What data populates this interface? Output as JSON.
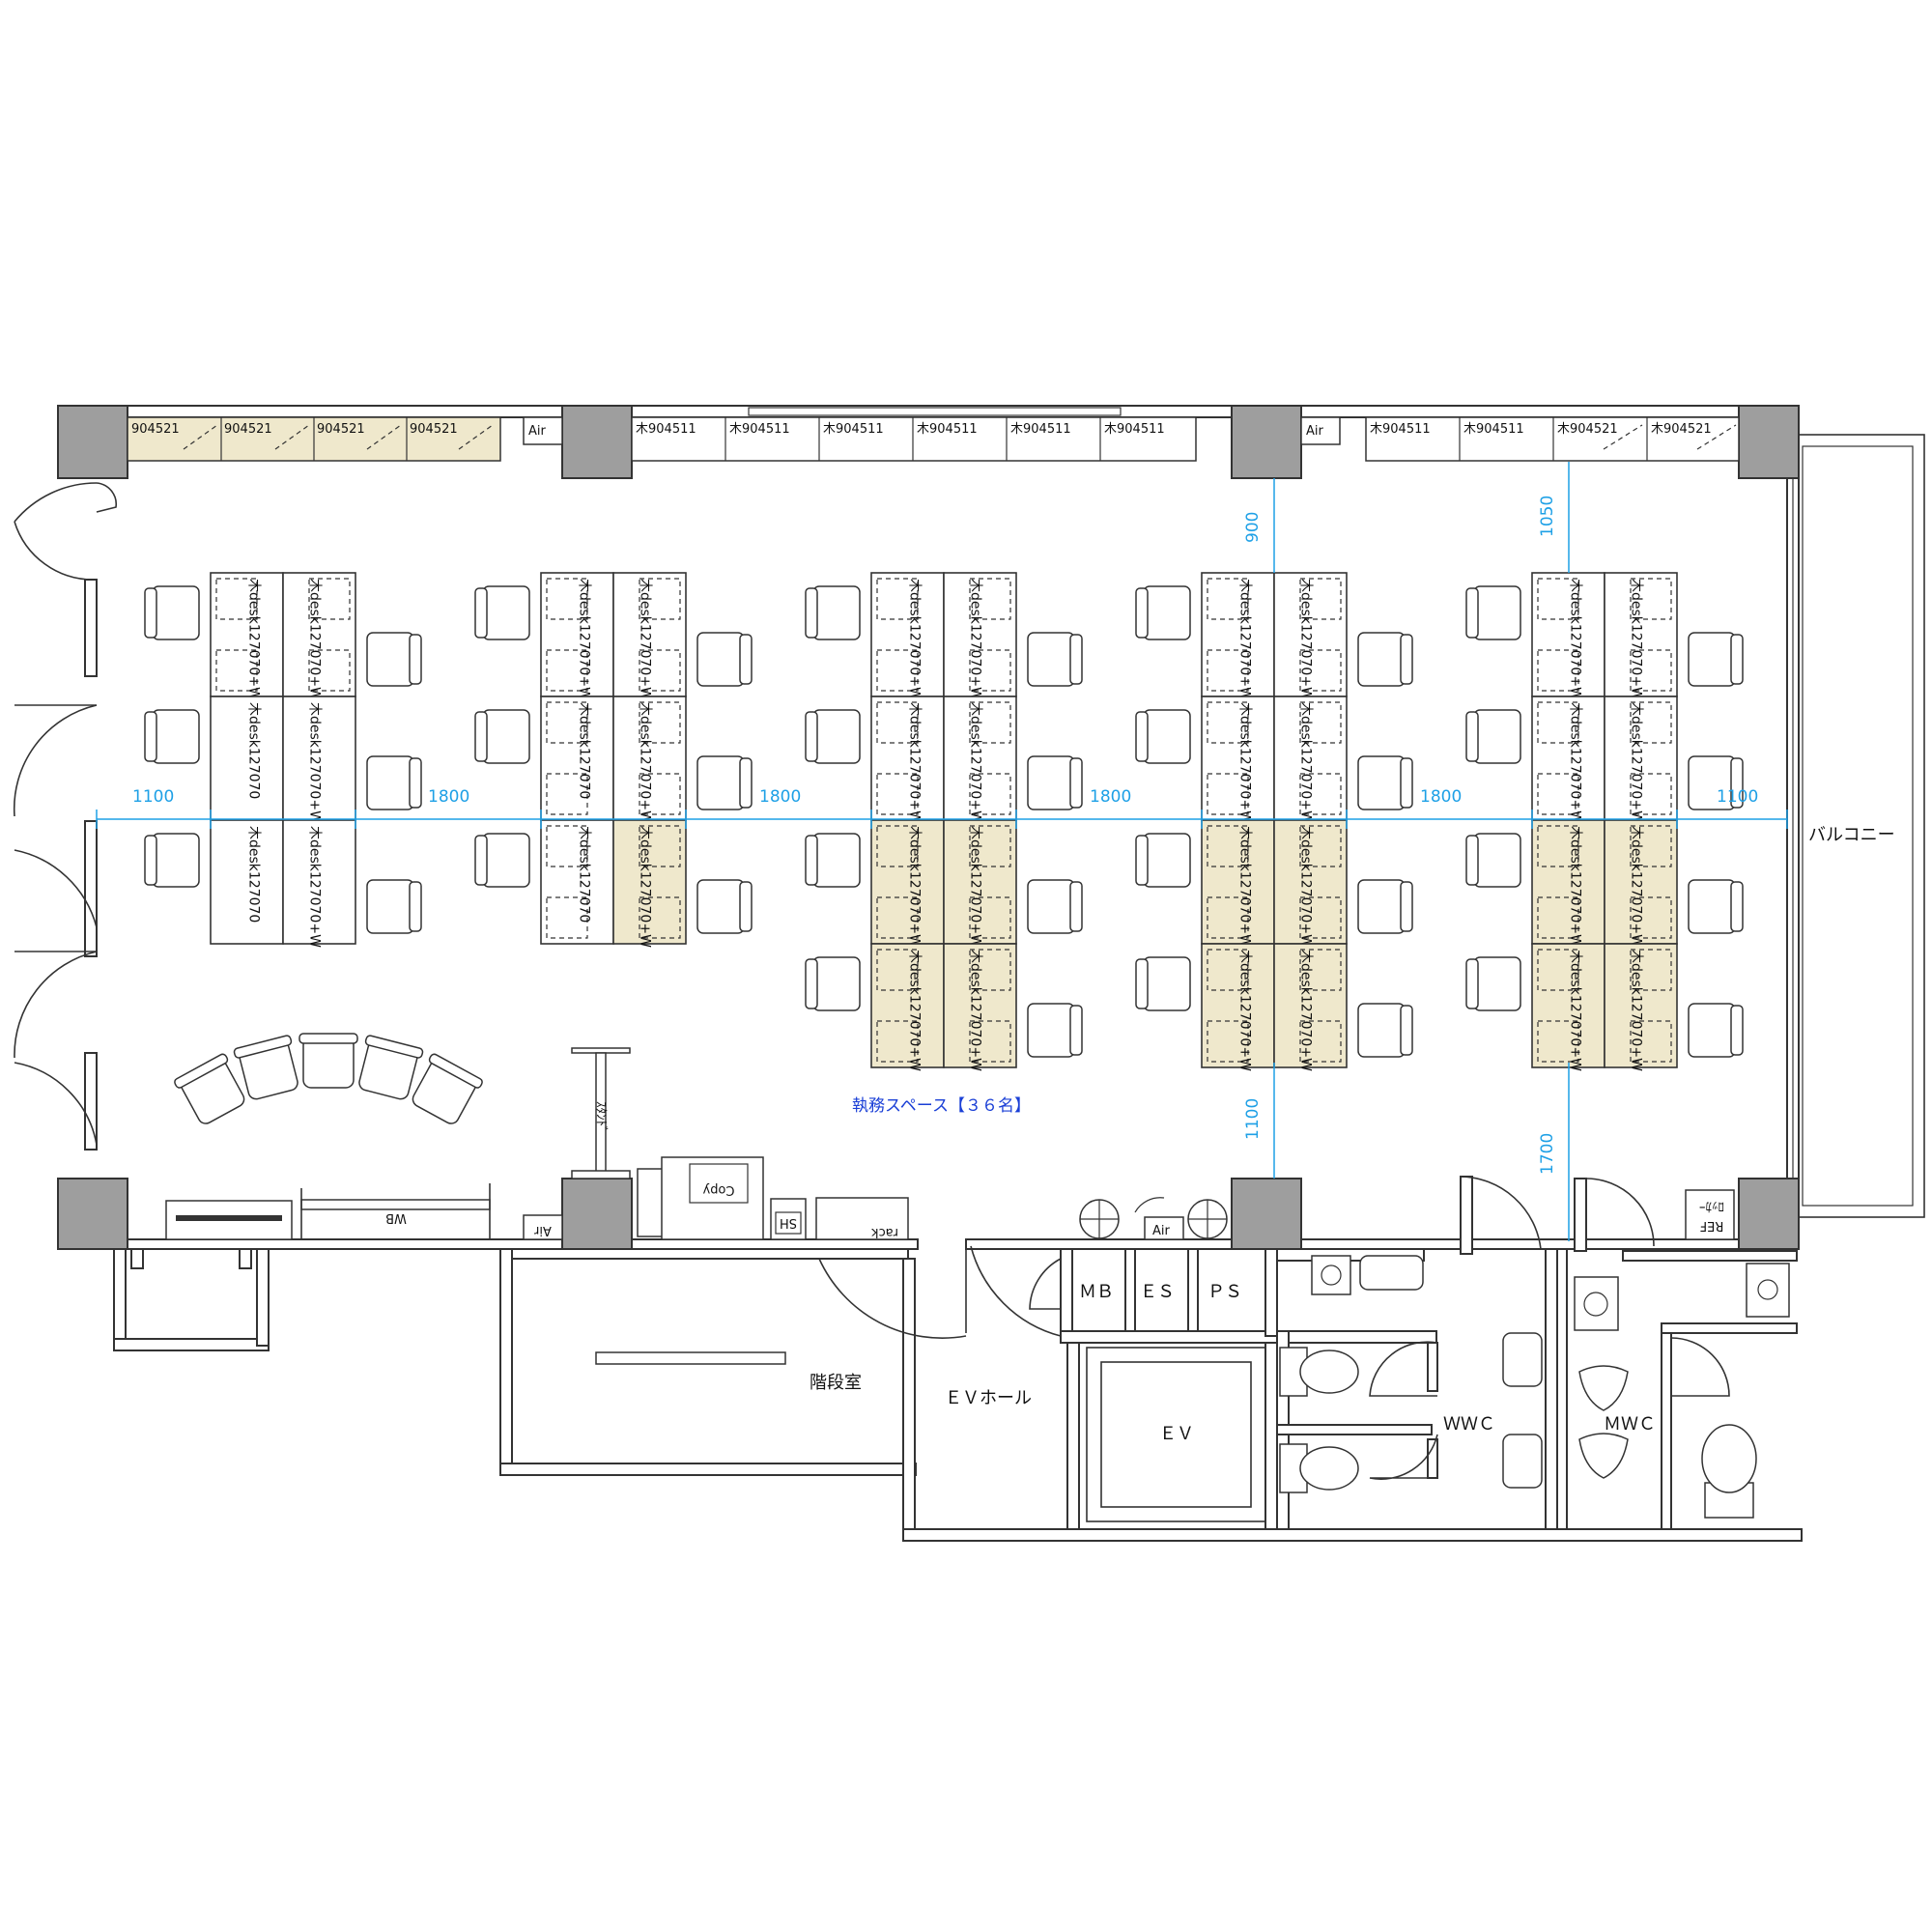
{
  "plan": {
    "dimensions": {
      "horizontal": [
        "1100",
        "1800",
        "1800",
        "1800",
        "1800",
        "1100"
      ],
      "top_clearance_a": "900",
      "top_clearance_b": "1050",
      "bottom_clearance_a": "1100",
      "bottom_clearance_b": "1700"
    },
    "desks": {
      "standard_label": "木desk127070",
      "wagon_label": "木desk127070+W"
    },
    "cabinets": {
      "top_left_label": "904521",
      "top_wood_label": "木904511",
      "top_right_label": "木904521",
      "air_label": "Air"
    },
    "rooms": {
      "workspace": "執務スペース【３６名】",
      "balcony": "バルコニー",
      "stairs": "階段室",
      "ev_hall": "ＥＶホール",
      "ev": "ＥＶ",
      "mb": "ＭＢ",
      "es": "ＥＳ",
      "ps": "ＰＳ",
      "wwc": "ＷＷＣ",
      "mwc": "ＭＷＣ"
    },
    "equipment": {
      "whiteboard": "WB",
      "copy": "Copy",
      "shredder": "SH",
      "rack": "rack",
      "refrigerator": "REF",
      "locker": "ﾛｯｶｰ",
      "stand": "ｽﾀﾝﾄﾞ"
    },
    "colors": {
      "wall": "#333333",
      "column": "#9e9e9e",
      "highlight": "#efe8cc",
      "dimension": "#1ea0e6",
      "workspace_label": "#1a3fd6"
    }
  }
}
